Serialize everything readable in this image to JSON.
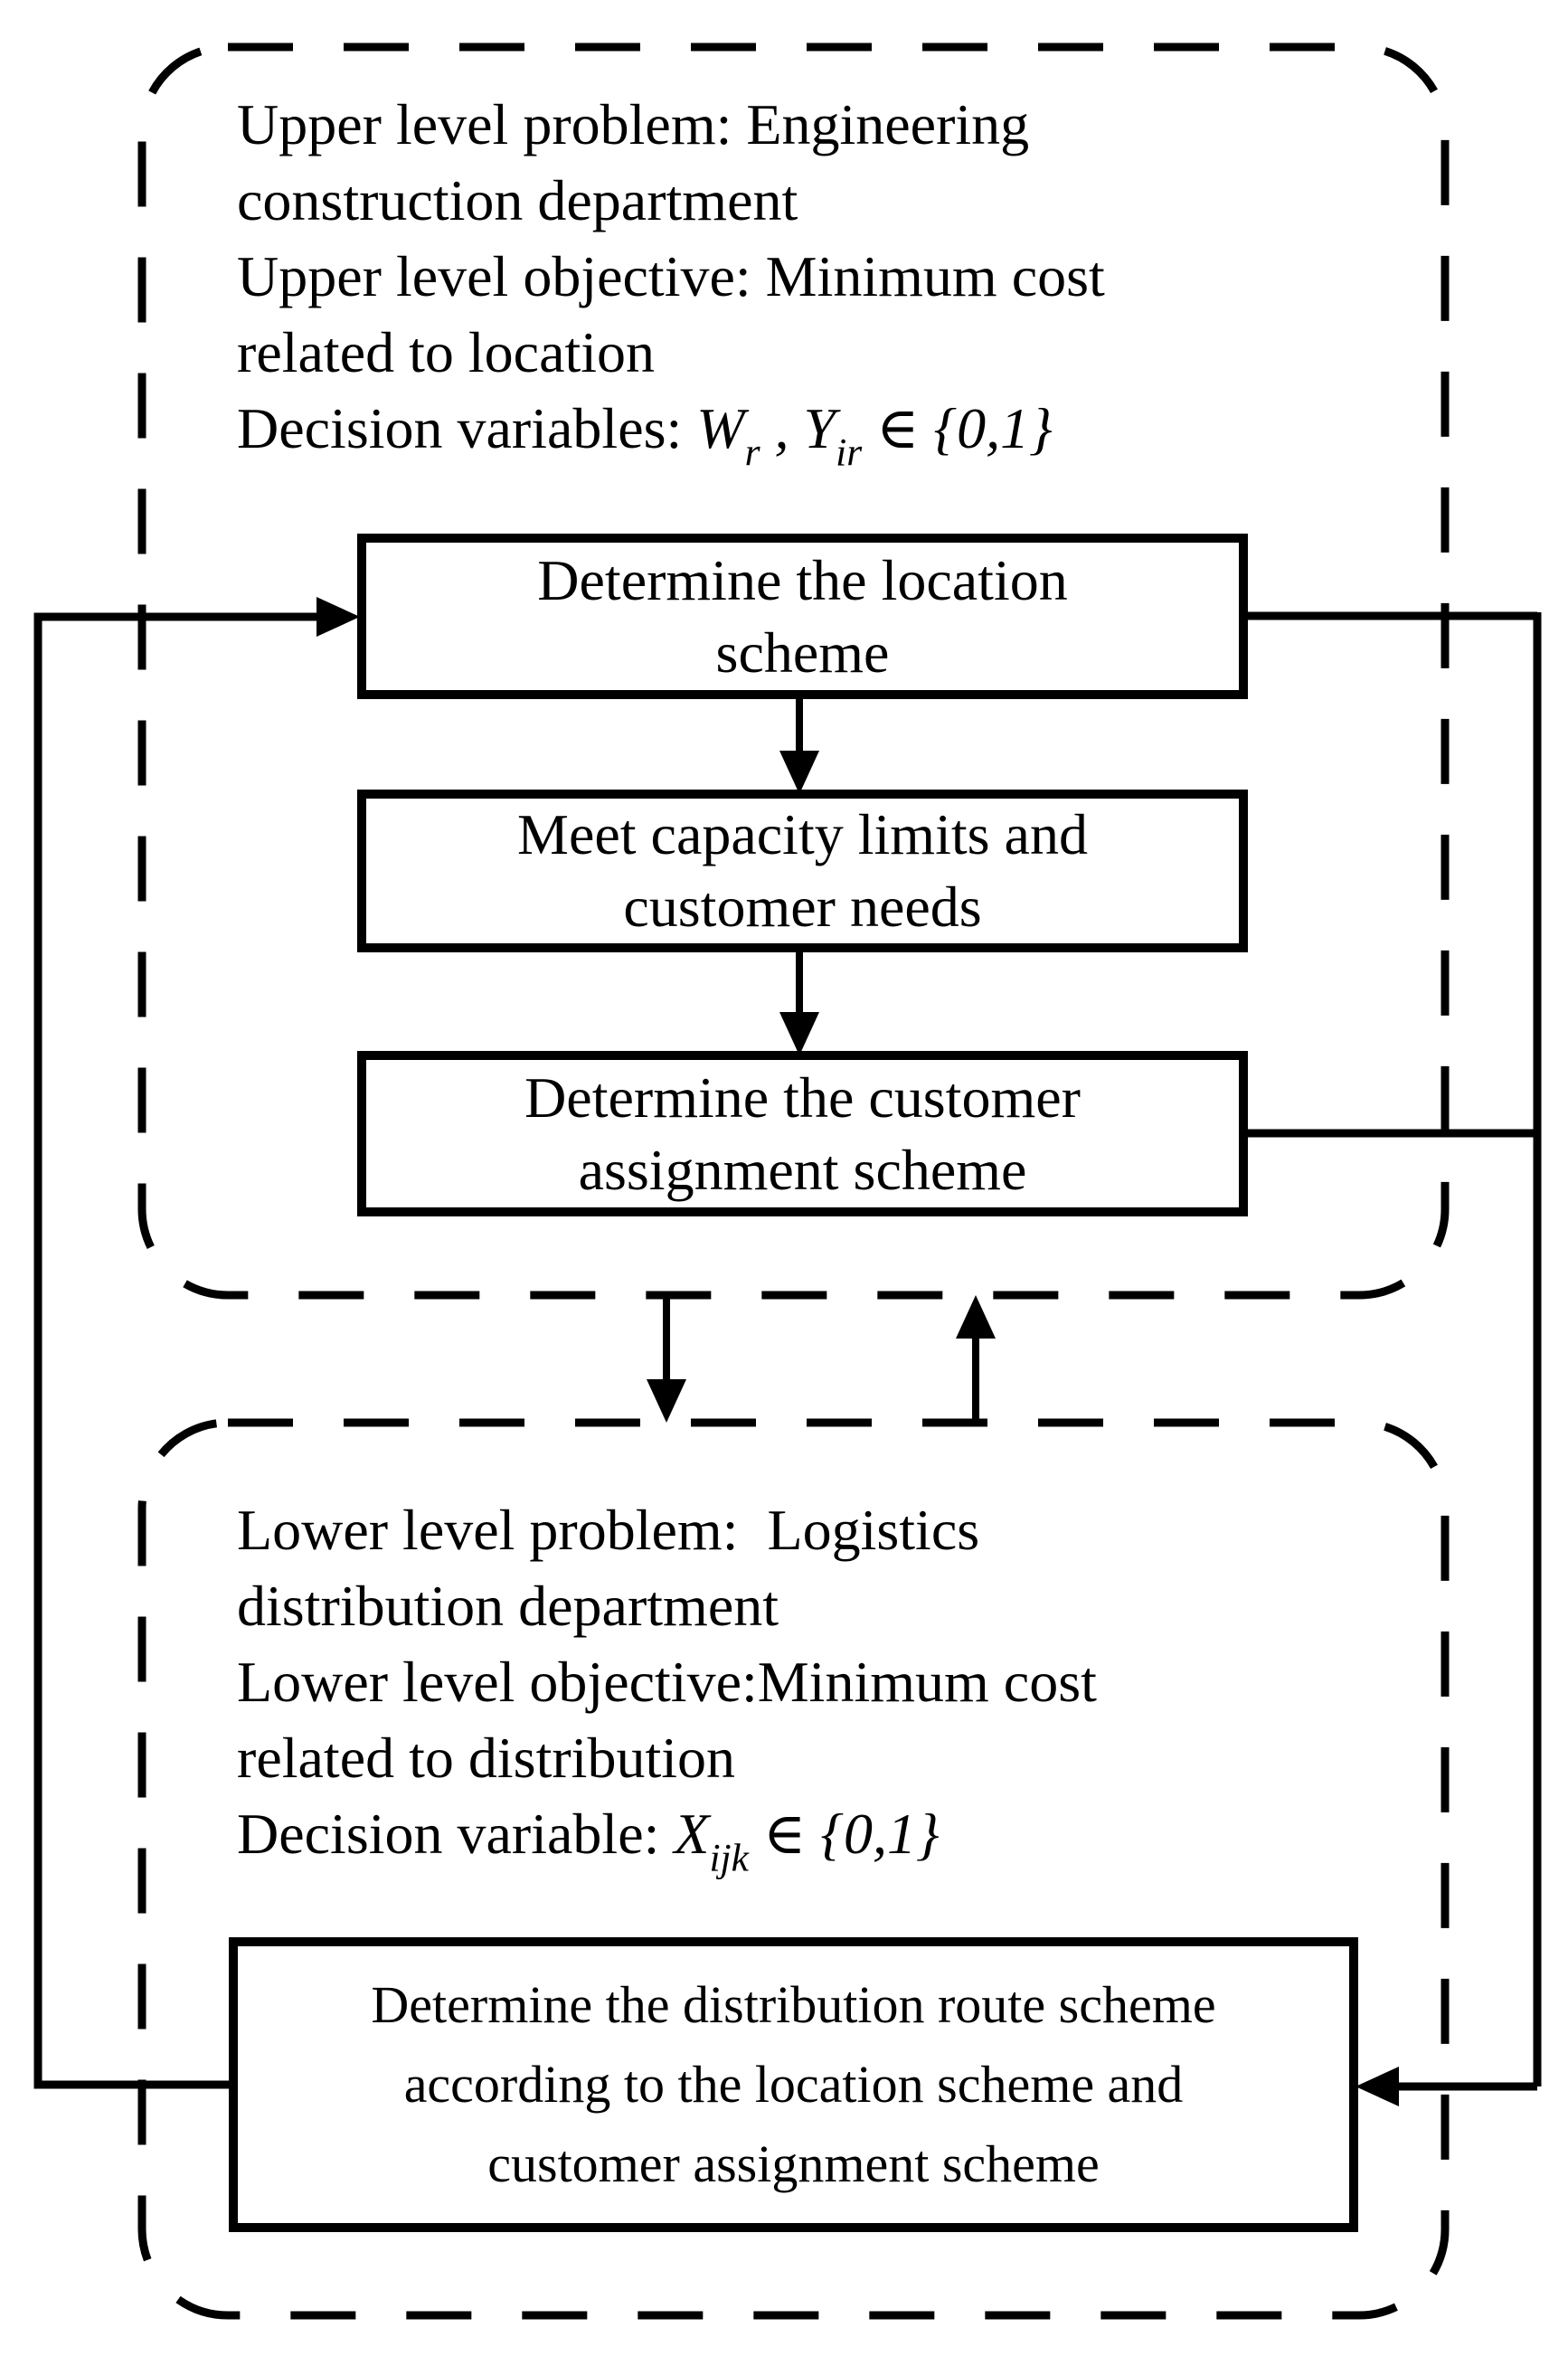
{
  "diagram": {
    "colors": {
      "stroke": "#000000",
      "background": "#ffffff"
    },
    "upper": {
      "lines": [
        "Upper level problem: Engineering",
        "construction department",
        "Upper level objective: Minimum cost",
        "related to location"
      ],
      "decision": {
        "label": "Decision variables: ",
        "var1": "W",
        "sub1": "r",
        "comma": " , ",
        "var2": "Y",
        "sub2": "ir",
        "rel": " ∈ ",
        "set": "{0,1}"
      }
    },
    "lower": {
      "lines": [
        "Lower level problem:  Logistics",
        "distribution department",
        "Lower level objective:Minimum cost",
        "related to distribution"
      ],
      "decision": {
        "label": "Decision variable: ",
        "var1": "X",
        "sub1": "ijk",
        "rel": " ∈ ",
        "set": "{0,1}"
      }
    },
    "boxes": {
      "location": {
        "lines": [
          "Determine the location",
          "scheme"
        ]
      },
      "capacity": {
        "lines": [
          "Meet capacity limits and",
          "customer needs"
        ]
      },
      "assignment": {
        "lines": [
          "Determine the customer",
          "assignment scheme"
        ]
      },
      "route": {
        "lines": [
          "Determine the distribution route scheme",
          "according to the location scheme and",
          "customer assignment scheme"
        ]
      }
    }
  }
}
